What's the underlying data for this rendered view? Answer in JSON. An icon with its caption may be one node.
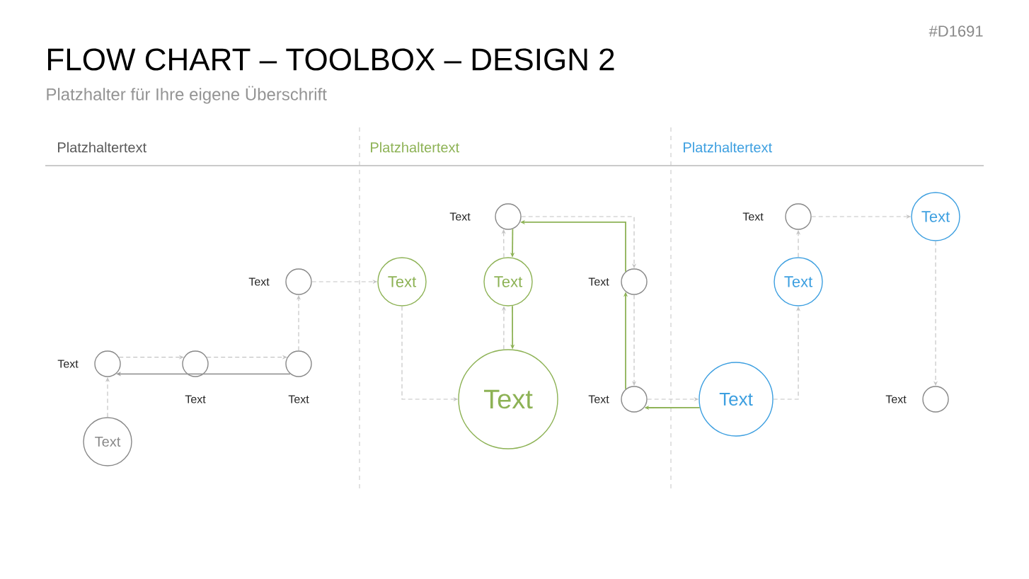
{
  "diagram": {
    "title": "FLOW CHART – TOOLBOX – DESIGN 2",
    "nodes": [
      {
        "text": [],
        "shape": "circle",
        "beside": [
          "Text"
        ]
      },
      {
        "text": [],
        "shape": "circle",
        "beside": [
          "Text"
        ]
      },
      {
        "text": [],
        "shape": "circle",
        "beside": [
          "Text"
        ]
      },
      {
        "text": [],
        "shape": "circle",
        "beside": [
          "Text"
        ]
      },
      {
        "text": [
          "Text"
        ]
      },
      {
        "text": [
          "Text"
        ]
      },
      {
        "text": [],
        "shape": "circle",
        "beside": [
          "Text"
        ]
      },
      {
        "text": [
          "Text"
        ]
      },
      {
        "text": [
          "Text"
        ]
      },
      {
        "text": [],
        "shape": "circle",
        "beside": [
          "Text"
        ]
      },
      {
        "text": [],
        "shape": "circle",
        "beside": [
          "Text"
        ]
      },
      {
        "text": [
          "Text"
        ]
      },
      {
        "text": [
          "Text"
        ]
      },
      {
        "text": [],
        "shape": "circle",
        "beside": [
          "Text"
        ]
      },
      {
        "text": [
          "Text"
        ]
      },
      {
        "text": [],
        "shape": "circle",
        "beside": [
          "Text"
        ]
      }
    ],
    "edges": [
      {
        "from": 4,
        "to": 0,
        "arrow": "to",
        "style": "dashed"
      },
      {
        "from": 0,
        "to": 1,
        "arrow": "to",
        "style": "dashed"
      },
      {
        "from": 1,
        "to": 2,
        "arrow": "to",
        "style": "dashed"
      },
      {
        "from": 2,
        "to": 0,
        "arrow": "to",
        "color": "#999999"
      },
      {
        "from": 2,
        "to": 3,
        "arrow": "to",
        "style": "dashed"
      },
      {
        "from": 3,
        "to": 5,
        "arrow": "to",
        "style": "dashed"
      },
      {
        "from": 5,
        "to": 8,
        "arrow": "to",
        "style": "dashed"
      },
      {
        "from": 8,
        "to": 7,
        "arrow": "to",
        "style": "dashed"
      },
      {
        "from": 7,
        "to": 6,
        "arrow": "to",
        "style": "dashed"
      },
      {
        "from": 6,
        "to": 7,
        "arrow": "to",
        "color": "#8db255"
      },
      {
        "from": 7,
        "to": 8,
        "arrow": "to",
        "color": "#8db255"
      },
      {
        "from": 6,
        "to": 9,
        "arrow": "to",
        "style": "dashed"
      },
      {
        "from": 9,
        "to": 10,
        "arrow": "to",
        "style": "dashed"
      },
      {
        "from": 10,
        "to": 9,
        "arrow": "to",
        "color": "#8db255"
      },
      {
        "from": 9,
        "to": 6,
        "arrow": "to",
        "color": "#8db255"
      },
      {
        "from": 11,
        "to": 10,
        "arrow": "to",
        "color": "#8db255"
      },
      {
        "from": 10,
        "to": 11,
        "arrow": "to",
        "style": "dashed"
      },
      {
        "from": 11,
        "to": 12,
        "arrow": "to",
        "style": "dashed"
      },
      {
        "from": 12,
        "to": 13,
        "arrow": "to",
        "style": "dashed"
      },
      {
        "from": 13,
        "to": 14,
        "arrow": "to",
        "style": "dashed"
      },
      {
        "from": 14,
        "to": 15,
        "arrow": "to",
        "style": "dashed"
      }
    ],
    "labels": [
      "#D1691",
      "Platzhalter für Ihre eigene Überschrift",
      "Platzhaltertext",
      "Platzhaltertext",
      "Platzhaltertext"
    ]
  }
}
